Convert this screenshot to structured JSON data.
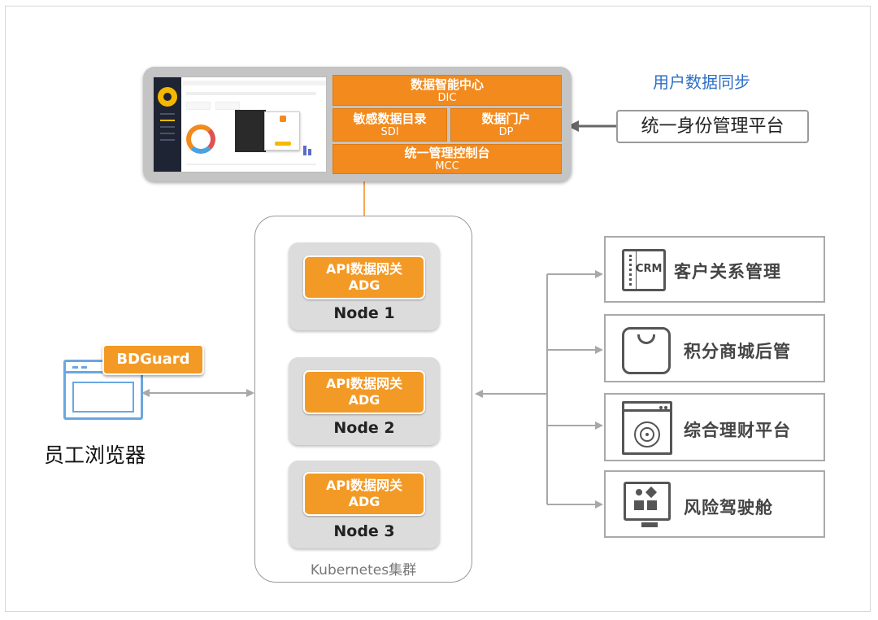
{
  "top_panel": {
    "dic": {
      "title": "数据智能中心",
      "sub": "DIC"
    },
    "sdi": {
      "title": "敏感数据目录",
      "sub": "SDI"
    },
    "dp": {
      "title": "数据门户",
      "sub": "DP"
    },
    "mcc": {
      "title": "统一管理控制台",
      "sub": "MCC"
    }
  },
  "sync_label": "用户数据同步",
  "identity_platform": "统一身份管理平台",
  "cluster": {
    "label": "Kubernetes集群",
    "nodes": [
      {
        "gateway": "API数据网关",
        "code": "ADG",
        "name": "Node 1"
      },
      {
        "gateway": "API数据网关",
        "code": "ADG",
        "name": "Node 2"
      },
      {
        "gateway": "API数据网关",
        "code": "ADG",
        "name": "Node 3"
      }
    ]
  },
  "browser": {
    "badge": "BDGuard",
    "label": "员工浏览器"
  },
  "systems": [
    {
      "label": "客户关系管理",
      "icon": "crm-icon",
      "icon_text": "CRM"
    },
    {
      "label": "积分商城后管",
      "icon": "shopping-bag-icon"
    },
    {
      "label": "综合理财平台",
      "icon": "wealth-window-icon"
    },
    {
      "label": "风险驾驶舱",
      "icon": "risk-dashboard-icon"
    }
  ],
  "colors": {
    "orange": "#f28a1e",
    "blue_text": "#2d6fc6",
    "line_gray": "#a8a8a8",
    "browser_blue": "#6aa7e0"
  }
}
